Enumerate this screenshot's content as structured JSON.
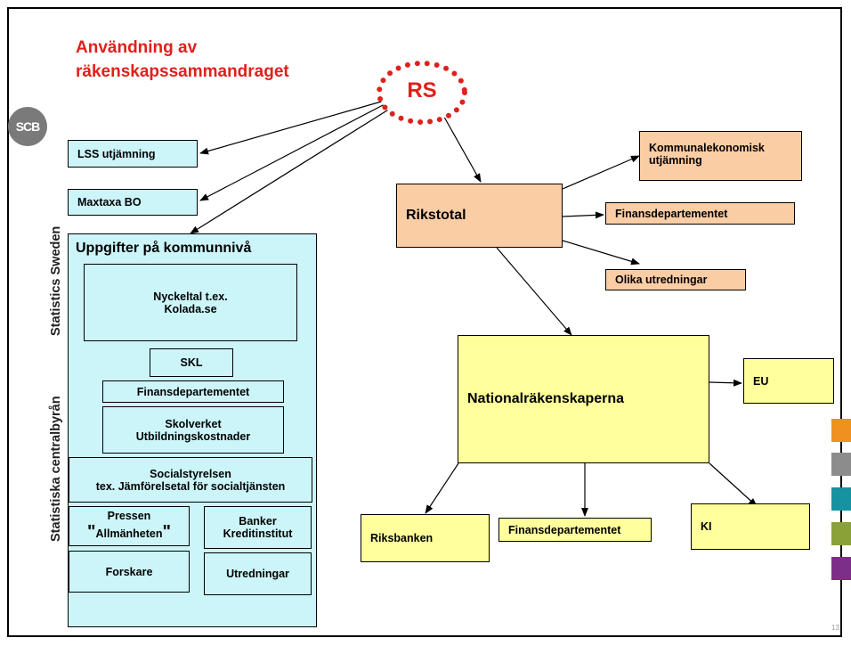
{
  "title": {
    "line1": "Användning av",
    "line2": "räkenskapssammandraget"
  },
  "logo": {
    "label": "SCB"
  },
  "side_text": {
    "statistics_sweden": "Statistics Sweden",
    "scb": "Statistiska centralbyrån"
  },
  "rs": {
    "label": "RS"
  },
  "left": {
    "lss": "LSS utjämning",
    "maxtaxa": "Maxtaxa BO",
    "panel_title": "Uppgifter på kommunnivå",
    "nyckeltal": {
      "l1": "Nyckeltal t.ex.",
      "l2": "Kolada.se"
    },
    "skl": "SKL",
    "finans": "Finansdepartementet",
    "skolverket": {
      "l1": "Skolverket",
      "l2": "Utbildningskostnader"
    },
    "social": {
      "l1": "Socialstyrelsen",
      "l2": "tex. Jämförelsetal för socialtjänsten"
    },
    "pressen": {
      "l1": "Pressen",
      "l2": "Allmänheten",
      "quote": "\""
    },
    "banker": {
      "l1": "Banker",
      "l2": "Kreditinstitut"
    },
    "forskare": "Forskare",
    "utredningar": "Utredningar"
  },
  "right": {
    "rikstotal": "Rikstotal",
    "kommunal": {
      "l1": "Kommunalekonomisk",
      "l2": "utjämning"
    },
    "finans": "Finansdepartementet",
    "olika": "Olika utredningar",
    "nr": "Nationalräkenskaperna",
    "eu": "EU",
    "riksbanken": "Riksbanken",
    "finans2": "Finansdepartementet",
    "ki": "KI"
  },
  "colors": {
    "title": "#e0201b",
    "cyan": "#ccf5f9",
    "peach": "#fbcda4",
    "yellow": "#ffff9c",
    "rs_dots": "#e0201b"
  },
  "swatches": [
    "#f0901e",
    "#8c8c8c",
    "#1593a0",
    "#8aa137",
    "#7d2f88"
  ],
  "page_number": "13"
}
